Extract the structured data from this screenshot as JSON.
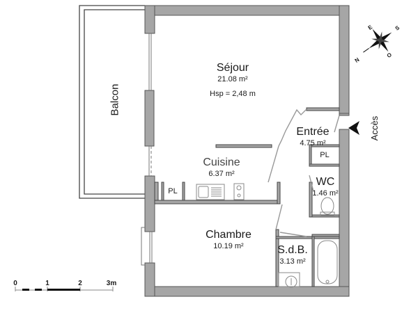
{
  "plan": {
    "wall_color": "#a6a6a6",
    "line_color": "#333333"
  },
  "rooms": {
    "sejour": {
      "name": "Séjour",
      "area": "21.08 m²",
      "ceiling": "Hsp =  2,48 m"
    },
    "cuisine": {
      "name": "Cuisine",
      "area": "6.37 m²"
    },
    "chambre": {
      "name": "Chambre",
      "area": "10.19 m²"
    },
    "entree": {
      "name": "Entrée",
      "area": "4.75 m²"
    },
    "wc": {
      "name": "WC",
      "area": "1.46 m²"
    },
    "sdb": {
      "name": "S.d.B.",
      "area": "3.13 m²"
    },
    "balcon": {
      "name": "Balcon"
    }
  },
  "closets": {
    "pl_kitchen": "PL",
    "pl_entree": "PL"
  },
  "access": {
    "label": "Accès",
    "icon": "arrow-left-icon"
  },
  "scale_bar": {
    "ticks": [
      "0",
      "1",
      "2",
      "3m"
    ]
  },
  "compass": {
    "letters": [
      "E",
      "S",
      "O",
      "N"
    ],
    "icon": "compass-rose-icon"
  }
}
